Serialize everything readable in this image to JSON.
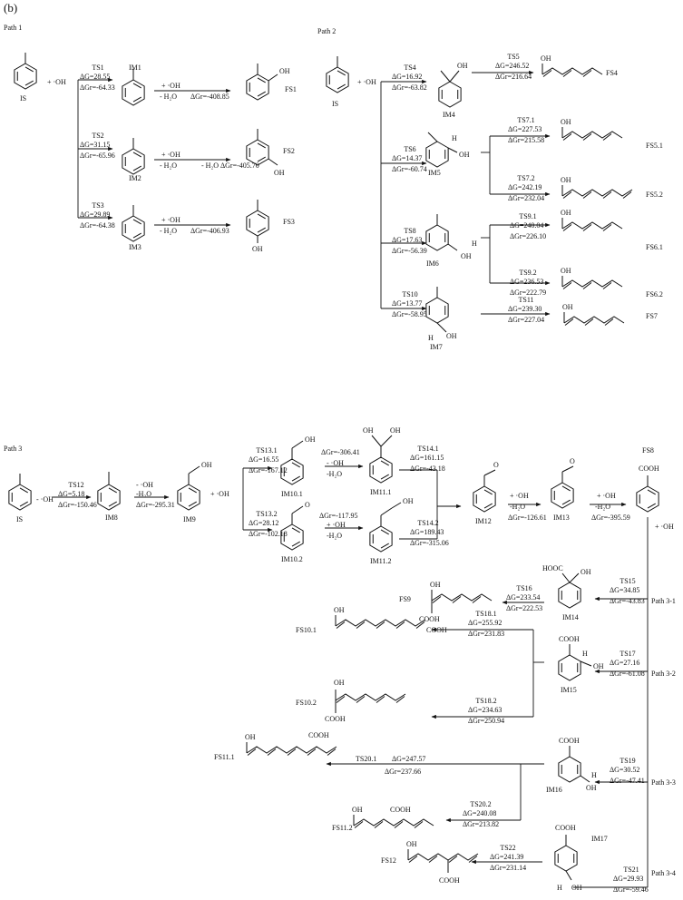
{
  "panel_label": "(b)",
  "paths": {
    "p1": "Path 1",
    "p2": "Path 2",
    "p3": "Path 3"
  },
  "reagents": {
    "oh": "+ ·OH",
    "h2o": "- H₂O",
    "minus_oh": "- ·OH",
    "h2o_b": "-H₂O",
    "plus_oh_b": "+ ·OH"
  },
  "species": {
    "IS1": "IS",
    "IS2": "IS",
    "IS3": "IS",
    "IM1": "IM1",
    "IM2": "IM2",
    "IM3": "IM3",
    "IM4": "IM4",
    "IM5": "IM5",
    "IM6": "IM6",
    "IM7": "IM7",
    "IM8": "IM8",
    "IM9": "IM9",
    "IM10_1": "IM10.1",
    "IM10_2": "IM10.2",
    "IM11_1": "IM11.1",
    "IM11_2": "IM11.2",
    "IM12": "IM12",
    "IM13": "IM13",
    "IM14": "IM14",
    "IM15": "IM15",
    "IM16": "IM16",
    "IM17": "IM17",
    "FS1": "FS1",
    "FS2": "FS2",
    "FS3": "FS3",
    "FS4": "FS4",
    "FS5_1": "FS5.1",
    "FS5_2": "FS5.2",
    "FS6_1": "FS6.1",
    "FS6_2": "FS6.2",
    "FS7": "FS7",
    "FS8": "FS8",
    "FS9": "FS9",
    "FS10_1": "FS10.1",
    "FS10_2": "FS10.2",
    "FS11_1": "FS11.1",
    "FS11_2": "FS11.2",
    "FS12": "FS12"
  },
  "branches": {
    "b31": "Path 3-1",
    "b32": "Path 3-2",
    "b33": "Path 3-3",
    "b34": "Path 3-4"
  },
  "ts": {
    "TS1": {
      "name": "TS1",
      "g": "ΔG=28.55",
      "gr": "ΔGr=-64.33"
    },
    "TS2": {
      "name": "TS2",
      "g": "ΔG=31.15",
      "gr": "ΔGr=-65.96"
    },
    "TS3": {
      "name": "TS3",
      "g": "ΔG=29.89",
      "gr": "ΔGr=-64.38"
    },
    "FS1r": {
      "gr": "ΔGr=-408.85"
    },
    "FS2r": {
      "gr": "- H₂O  ΔGr=-405.70"
    },
    "FS3r": {
      "gr": "ΔGr=-406.93"
    },
    "TS4": {
      "name": "TS4",
      "g": "ΔG=16.92",
      "gr": "ΔGr=-63.82"
    },
    "TS5": {
      "name": "TS5",
      "g": "ΔG=246.52",
      "gr": "ΔGr=216.64"
    },
    "TS6": {
      "name": "TS6",
      "g": "ΔG=14.37",
      "gr": "ΔGr=-60.74"
    },
    "TS7_1": {
      "name": "TS7.1",
      "g": "ΔG=227.53",
      "gr": "ΔGr=215.58"
    },
    "TS7_2": {
      "name": "TS7.2",
      "g": "ΔG=242.19",
      "gr": "ΔGr=232.04"
    },
    "TS8": {
      "name": "TS8",
      "g": "ΔG=17.63",
      "gr": "ΔGr=-56.39"
    },
    "TS9_1": {
      "name": "TS9.1",
      "g": "ΔG=240.04",
      "gr": "ΔGr=226.10"
    },
    "TS9_2": {
      "name": "TS9.2",
      "g": "ΔG=236.53",
      "gr": "ΔGr=222.79"
    },
    "TS10": {
      "name": "TS10",
      "g": "ΔG=13.77",
      "gr": "ΔGr=-58.95"
    },
    "TS11": {
      "name": "TS11",
      "g": "ΔG=239.30",
      "gr": "ΔGr=227.04"
    },
    "TS12": {
      "name": "TS12",
      "g": "ΔG=5.18",
      "gr": "ΔGr=-150.46"
    },
    "IM9r": {
      "gr": "ΔGr=-295.31"
    },
    "TS13_1": {
      "name": "TS13.1",
      "g": "ΔG=16.55",
      "gr": "ΔGr=-167.12"
    },
    "TS13_2": {
      "name": "TS13.2",
      "g": "ΔG=28.12",
      "gr": "ΔGr=-102.18"
    },
    "IM11_1r": {
      "gr": "ΔGr=-306.41"
    },
    "IM11_2r": {
      "gr": "ΔGr=-117.95"
    },
    "TS14_1": {
      "name": "TS14.1",
      "g": "ΔG=161.15",
      "gr": "ΔGr=-43.18"
    },
    "TS14_2": {
      "name": "TS14.2",
      "g": "ΔG=189.43",
      "gr": "ΔGr=-315.06"
    },
    "IM13r": {
      "gr": "ΔGr=-126.61"
    },
    "FS8r": {
      "gr": "ΔGr=-395.59"
    },
    "TS15": {
      "name": "TS15",
      "g": "ΔG=34.85",
      "gr": "ΔGr=-43.83"
    },
    "TS16": {
      "name": "TS16",
      "g": "ΔG=233.54",
      "gr": "ΔGr=222.53"
    },
    "TS17": {
      "name": "TS17",
      "g": "ΔG=27.16",
      "gr": "ΔGr=-61.08"
    },
    "TS18_1": {
      "name": "TS18.1",
      "g": "ΔG=255.92",
      "gr": "ΔGr=231.83"
    },
    "TS18_2": {
      "name": "TS18.2",
      "g": "ΔG=234.63",
      "gr": "ΔGr=250.94"
    },
    "TS19": {
      "name": "TS19",
      "g": "ΔG=30.52",
      "gr": "ΔGr=-47.41"
    },
    "TS20_1": {
      "name": "TS20.1",
      "g": "ΔG=247.57",
      "gr": "ΔGr=237.66"
    },
    "TS20_2": {
      "name": "TS20.2",
      "g": "ΔG=240.08",
      "gr": "ΔGr=213.82"
    },
    "TS21": {
      "name": "TS21",
      "g": "ΔG=29.93",
      "gr": "ΔGr=-59.46"
    },
    "TS22": {
      "name": "TS22",
      "g": "ΔG=241.39",
      "gr": "ΔGr=231.14"
    }
  },
  "groups": {
    "oh": "OH",
    "cooh": "COOH",
    "hooc": "HOOC",
    "h": "H",
    "o": "O"
  }
}
